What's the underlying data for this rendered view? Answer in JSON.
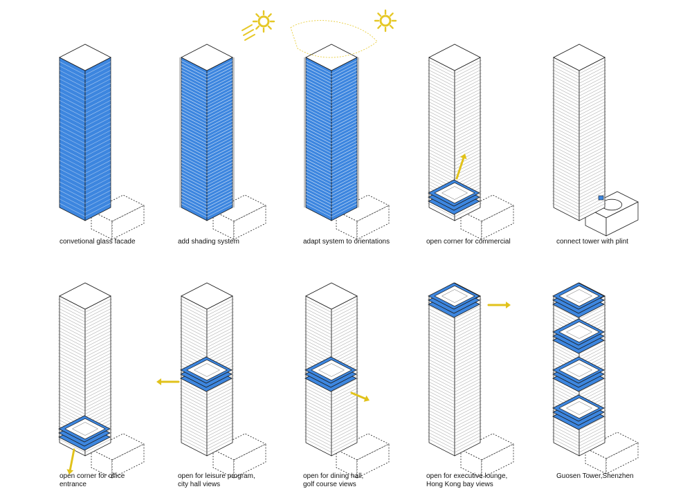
{
  "colors": {
    "glass": "#3d86df",
    "glass_band": "#2f74cc",
    "outline": "#1a1a1a",
    "arrow": "#e1c21b",
    "sun": "#e6c827",
    "slab_line": "#6a6a6a",
    "background": "#ffffff"
  },
  "icons": [
    "sun-icon",
    "direction-arrow-icon"
  ],
  "steps": [
    {
      "caption": [
        "convetional glass facade"
      ],
      "state": "glass"
    },
    {
      "caption": [
        "add shading system"
      ],
      "state": "shaded"
    },
    {
      "caption": [
        "adapt system to orientations"
      ],
      "state": "adapted"
    },
    {
      "caption": [
        "open corner for commercial"
      ],
      "state": "open-base"
    },
    {
      "caption": [
        "connect tower with plint"
      ],
      "state": "plinth"
    },
    {
      "caption": [
        "open corner for office",
        "entrance"
      ],
      "state": "open-entrance"
    },
    {
      "caption": [
        "open for leisure program,",
        "city hall views"
      ],
      "state": "open-mid"
    },
    {
      "caption": [
        "open for dining hall,",
        "golf course views"
      ],
      "state": "open-mid"
    },
    {
      "caption": [
        "open for executive lounge,",
        "Hong Kong bay views"
      ],
      "state": "open-top"
    },
    {
      "caption": [
        "Guosen Tower,Shenzhen"
      ],
      "state": "final"
    }
  ]
}
